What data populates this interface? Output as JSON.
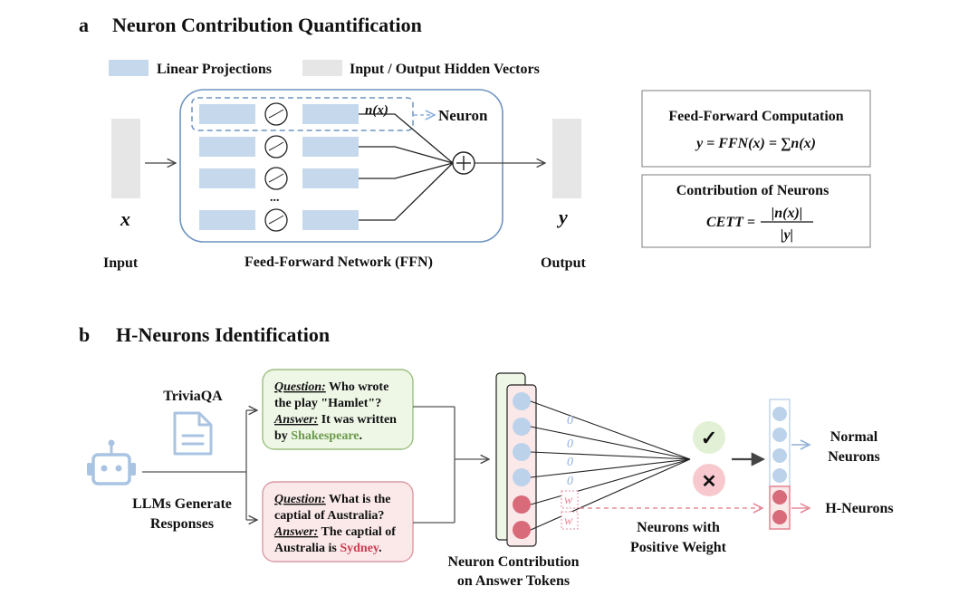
{
  "panel_a": {
    "letter": "a",
    "title": "Neuron Contribution Quantification",
    "legend": {
      "linear": "Linear Projections",
      "hidden": "Input / Output Hidden Vectors"
    },
    "input_symbol": "x",
    "input_label": "Input",
    "ffn_label": "Feed-Forward Network (FFN)",
    "n_label": "n(x)",
    "neuron_label": "Neuron",
    "ellipsis": "...",
    "output_symbol": "y",
    "output_label": "Output",
    "box1": {
      "title": "Feed-Forward Computation",
      "formula": "y = FFN(x) = ∑n(x)"
    },
    "box2": {
      "title": "Contribution of Neurons",
      "lhs": "CETT  =",
      "numerator": "|n(x)|",
      "denominator": "|y|"
    }
  },
  "panel_b": {
    "letter": "b",
    "title": "H-Neurons Identification",
    "dataset": "TriviaQA",
    "llm_label": [
      "LLMs Generate",
      "Responses"
    ],
    "qa_good": {
      "q_label": "Question:",
      "q_line1": " Who wrote",
      "line2": "the play \"Hamlet\"?",
      "a_label": "Answer:",
      "a_line1": " It was written",
      "line4_pre": "by ",
      "highlight": "Shakespeare",
      "line4_post": "."
    },
    "qa_bad": {
      "q_label": "Question:",
      "q_line1": " What is the",
      "line2": "captial of Australia?",
      "a_label": "Answer:",
      "a_line1": " The captial of",
      "line4_pre": "Australia is ",
      "highlight": "Sydney",
      "line4_post": "."
    },
    "weights": [
      "0",
      "0",
      "0",
      "0",
      "w",
      "w"
    ],
    "contribution_label": [
      "Neuron Contribution",
      "on Answer Tokens"
    ],
    "positive_label": [
      "Neurons with",
      "Positive Weight"
    ],
    "normal_label": [
      "Normal",
      "Neurons"
    ],
    "h_label": "H-Neurons",
    "check_icon": "✓",
    "cross_icon": "✕"
  },
  "colors": {
    "proj_blue": "#c5d8ec",
    "hidden_gray": "#e6e6e6",
    "ffn_border": "#6f93c2",
    "neuron_blue": "#bcd2ea",
    "hneuron_red": "#d86a7a",
    "good_green": "#6a9a4a",
    "bad_red": "#cc3b4f"
  }
}
